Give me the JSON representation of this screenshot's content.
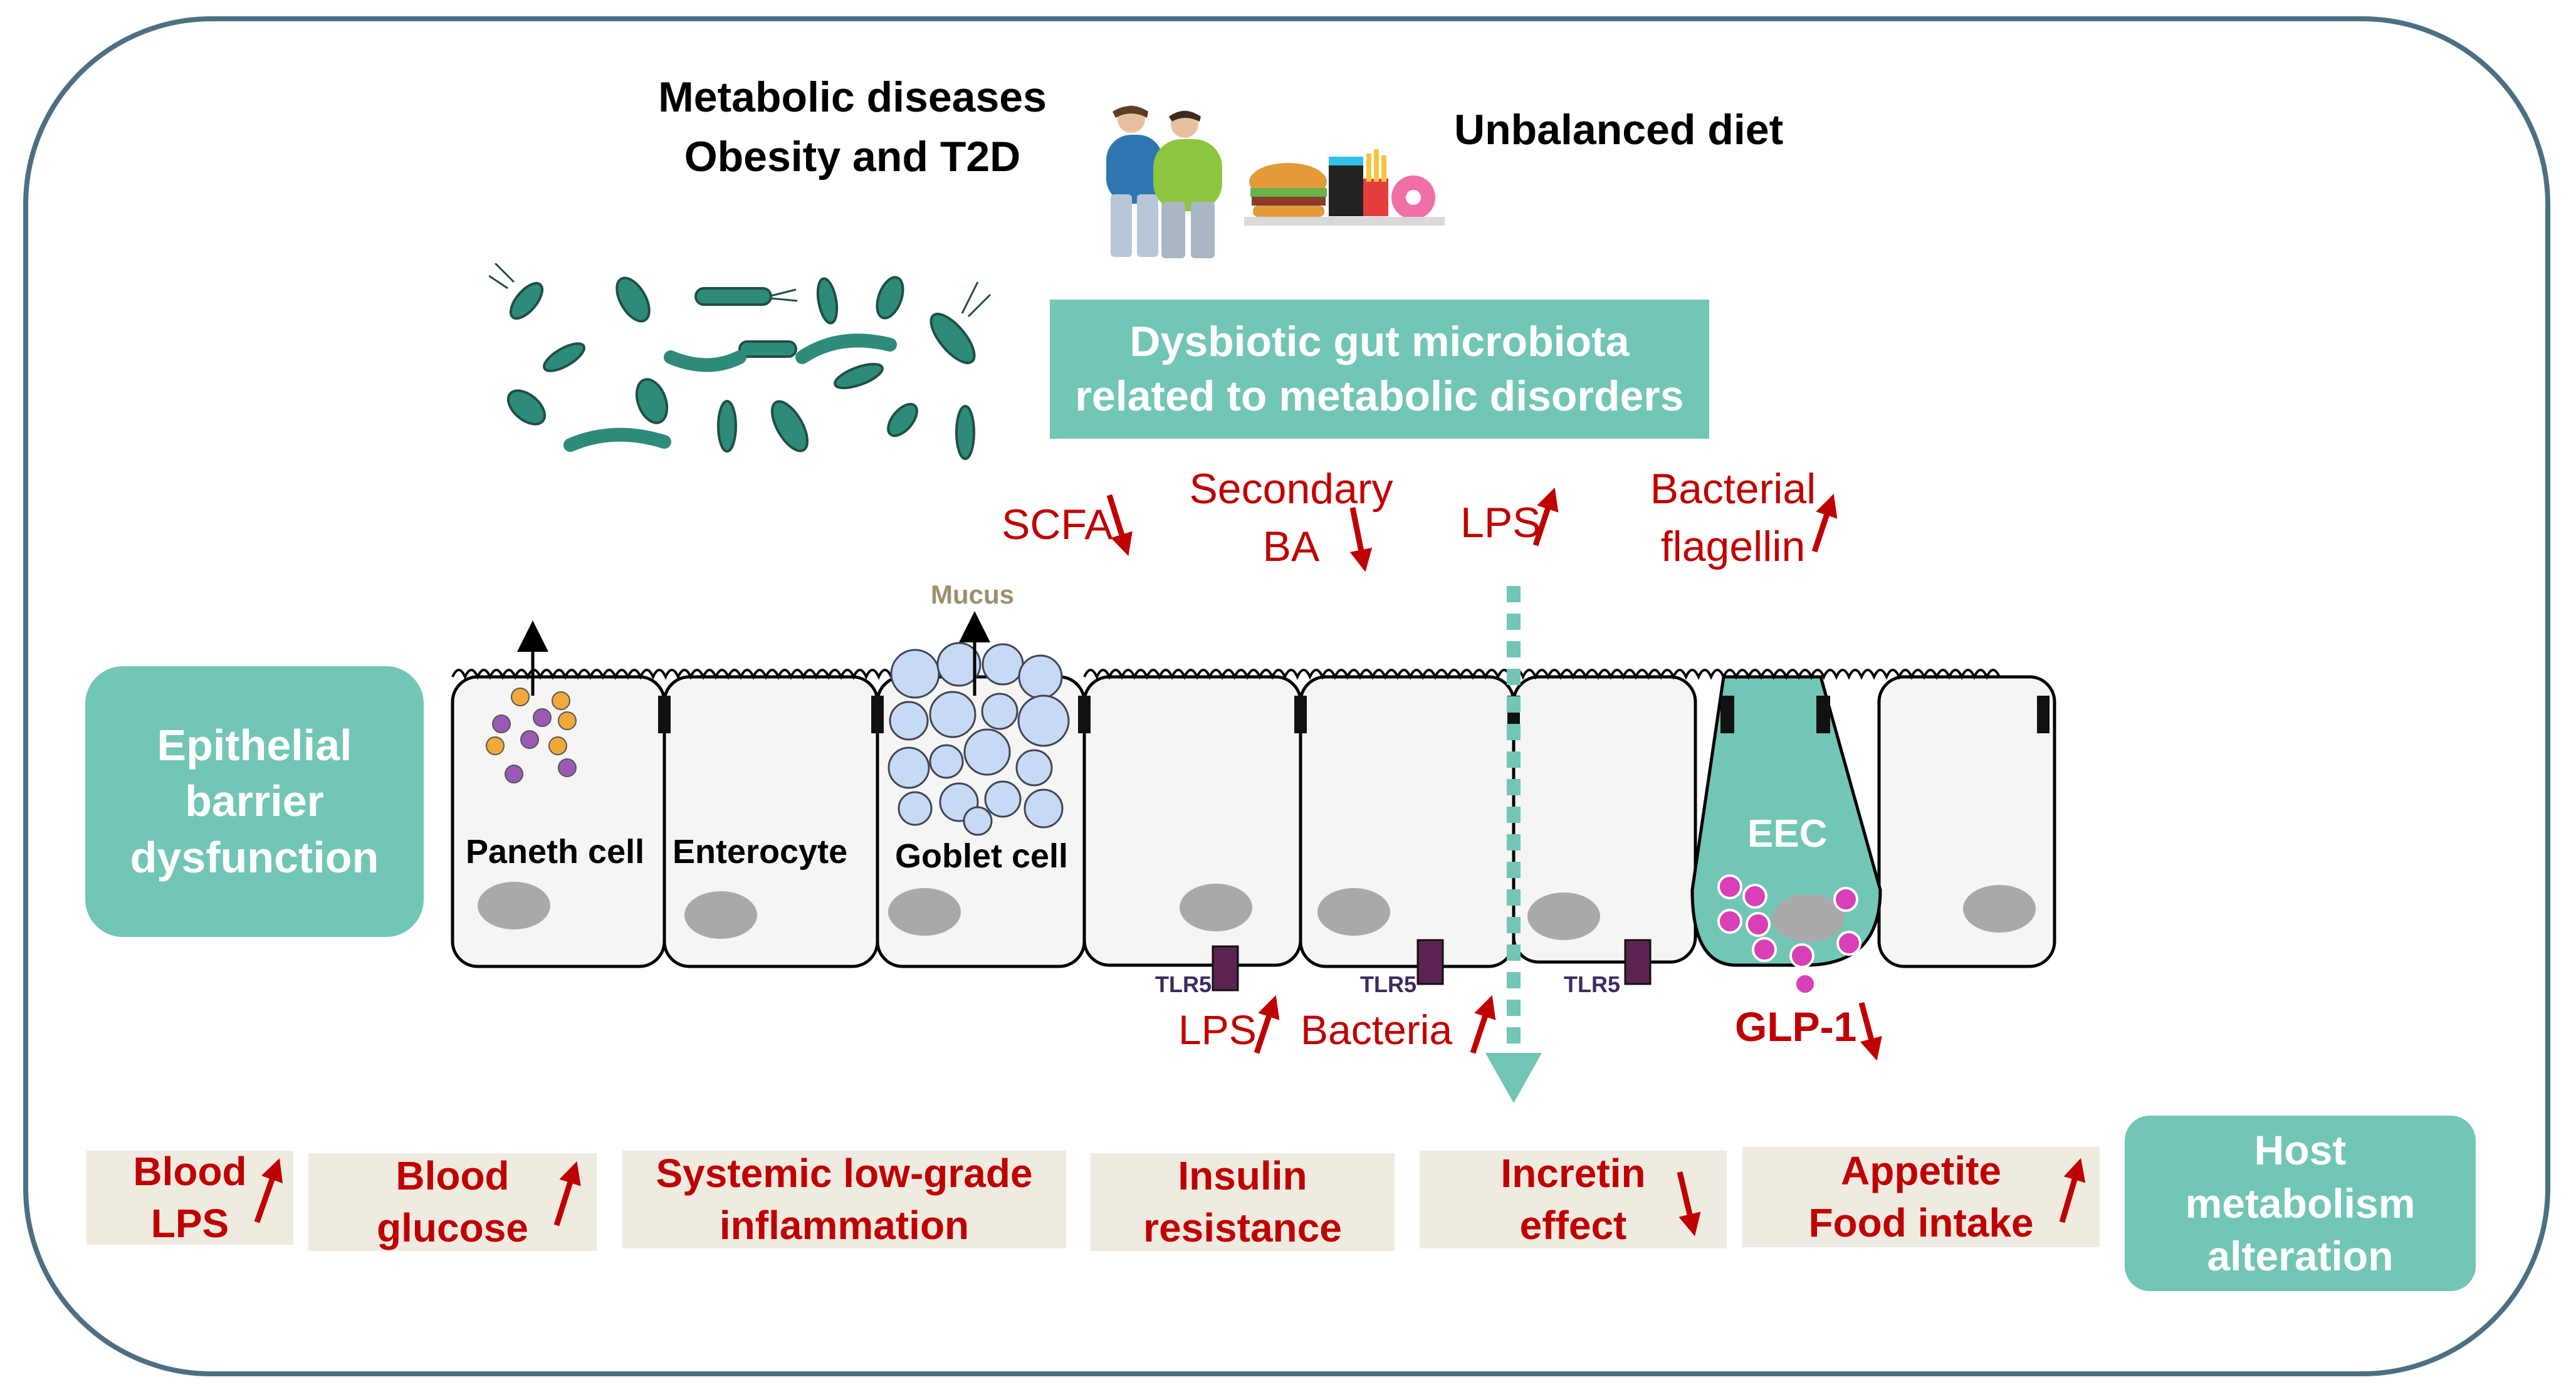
{
  "header": {
    "metabolic_line1": "Metabolic diseases",
    "metabolic_line2": "Obesity and T2D",
    "diet": "Unbalanced diet"
  },
  "microbiota": {
    "box_text": "Dysbiotic gut microbiota\nrelated to metabolic disorders"
  },
  "luminal_factors": [
    {
      "name": "SCFA",
      "trend": "down"
    },
    {
      "name": "Secondary\nBA",
      "trend": "down"
    },
    {
      "name": "LPS",
      "trend": "up"
    },
    {
      "name": "Bacterial\nflagellin",
      "trend": "up"
    }
  ],
  "epithelium": {
    "side_box": "Epithelial\nbarrier\ndysfunction",
    "mucus": "Mucus",
    "cells": [
      "Paneth cell",
      "Enterocyte",
      "Goblet cell",
      "EEC"
    ],
    "receptor": "TLR5"
  },
  "basal_factors": [
    {
      "name": "LPS",
      "trend": "up"
    },
    {
      "name": "Bacteria",
      "trend": "up"
    },
    {
      "name": "GLP-1",
      "trend": "down"
    }
  ],
  "outcomes": [
    {
      "text": "Blood\nLPS",
      "trend": "up"
    },
    {
      "text": "Blood\nglucose",
      "trend": "up"
    },
    {
      "text": "Systemic low-grade\ninflammation"
    },
    {
      "text": "Insulin\nresistance"
    },
    {
      "text": "Incretin\neffect",
      "trend": "down"
    },
    {
      "text": "Appetite\nFood intake",
      "trend": "up"
    }
  ],
  "host_box": "Host\nmetabolism\nalteration",
  "colors": {
    "teal": "#72c6b6",
    "red": "#c00000",
    "frame": "#4d6f83",
    "beige": "#efebe1"
  }
}
